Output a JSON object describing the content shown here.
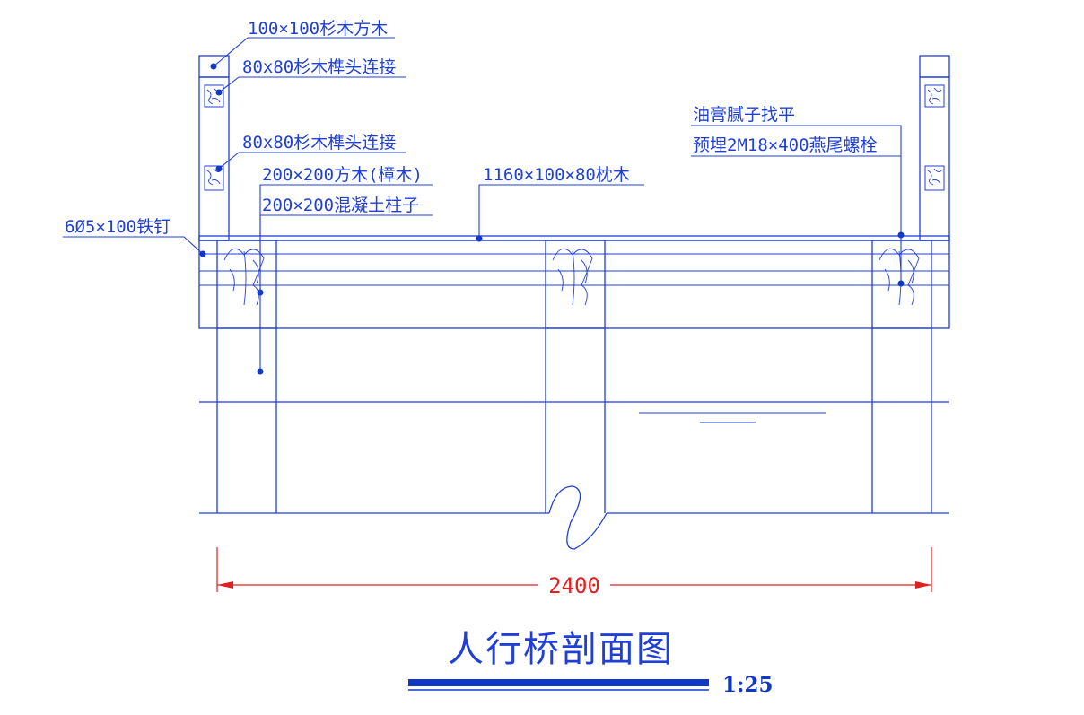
{
  "labels": {
    "post_cap": "100×100杉木方木",
    "tenon_upper": "80x80杉木榫头连接",
    "tenon_lower": "80x80杉木榫头连接",
    "beam_timber": "200×200方木(樟木)",
    "concrete_column": "200×200混凝土柱子",
    "iron_nail": "6Ø5×100铁钉",
    "sleeper": "1160×100×80枕木",
    "putty": "油膏腻子找平",
    "bolt": "预埋2M18×400燕尾螺栓"
  },
  "dimension": {
    "total_span": "2400"
  },
  "title": {
    "text": "人行桥剖面图",
    "scale": "1:25"
  },
  "colors": {
    "linework": "#1f3fd6",
    "dimension": "#e02020",
    "title_bar": "#1038c8"
  }
}
